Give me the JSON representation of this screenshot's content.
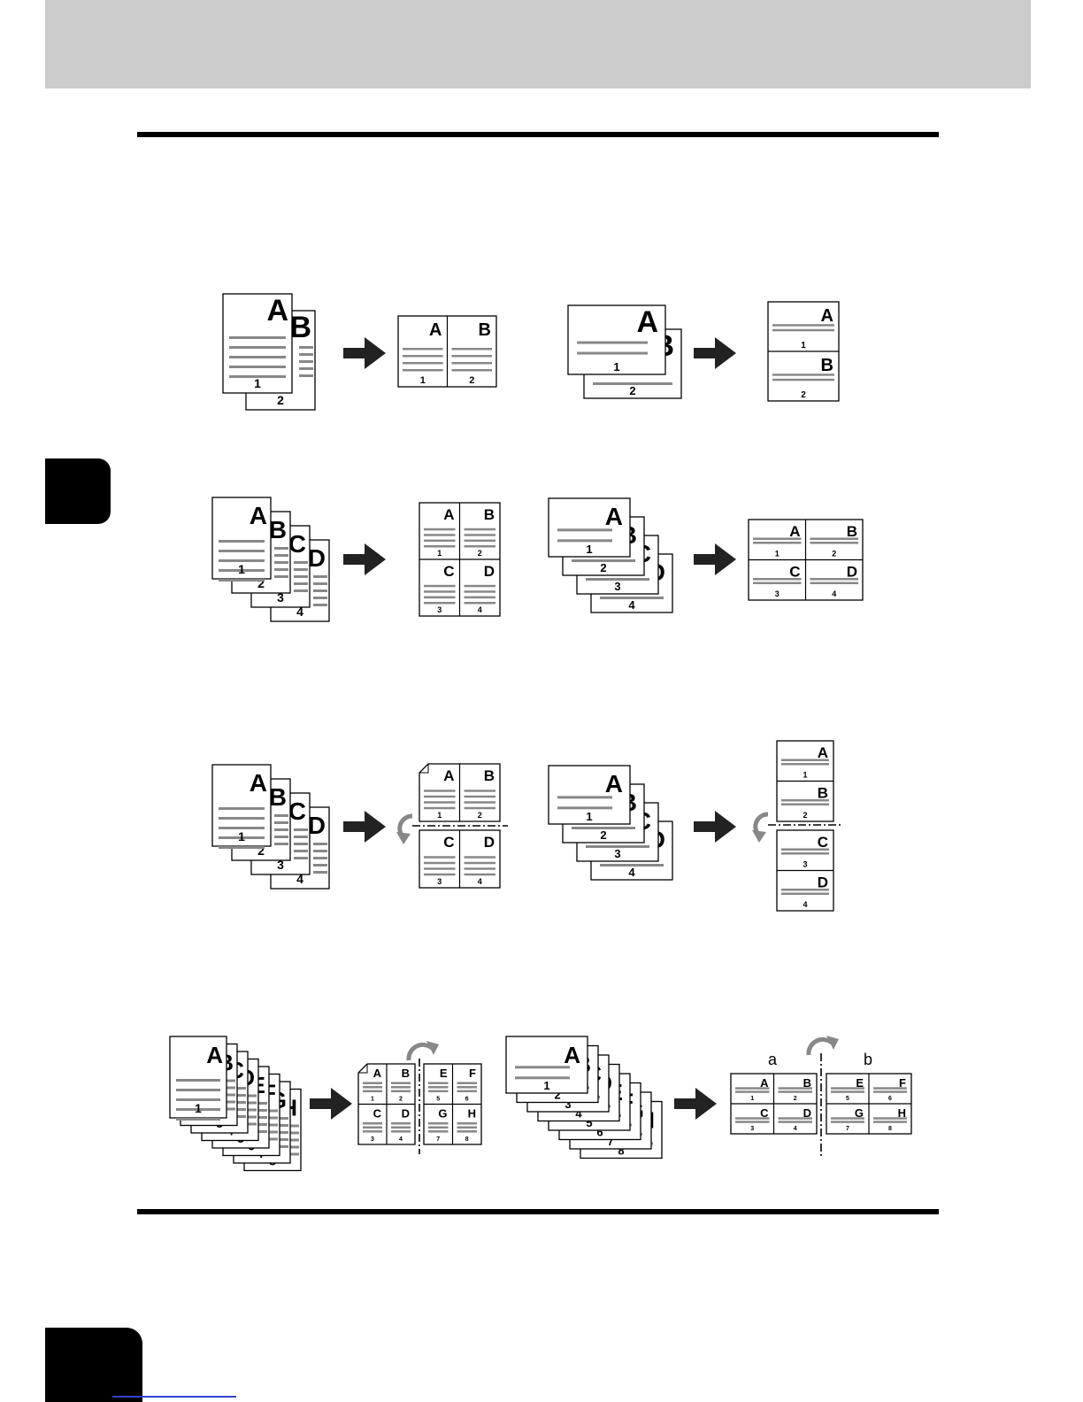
{
  "diagrams": [
    {
      "id": "2in1-portrait",
      "originals": [
        {
          "letter": "A",
          "number": "1"
        },
        {
          "letter": "B",
          "number": "2"
        }
      ],
      "result": [
        {
          "letter": "A",
          "number": "1"
        },
        {
          "letter": "B",
          "number": "2"
        }
      ]
    },
    {
      "id": "2in1-landscape",
      "originals": [
        {
          "letter": "A",
          "number": "1"
        },
        {
          "letter": "B",
          "number": "2"
        }
      ],
      "result": [
        {
          "letter": "A",
          "number": "1"
        },
        {
          "letter": "B",
          "number": "2"
        }
      ]
    },
    {
      "id": "4in1-portrait",
      "originals": [
        {
          "letter": "A",
          "number": "1"
        },
        {
          "letter": "B",
          "number": "2"
        },
        {
          "letter": "C",
          "number": "3"
        },
        {
          "letter": "D",
          "number": "4"
        }
      ],
      "result": [
        {
          "letter": "A",
          "number": "1"
        },
        {
          "letter": "B",
          "number": "2"
        },
        {
          "letter": "C",
          "number": "3"
        },
        {
          "letter": "D",
          "number": "4"
        }
      ]
    },
    {
      "id": "4in1-landscape",
      "originals": [
        {
          "letter": "A",
          "number": "1"
        },
        {
          "letter": "B",
          "number": "2"
        },
        {
          "letter": "C",
          "number": "3"
        },
        {
          "letter": "D",
          "number": "4"
        }
      ],
      "result": [
        {
          "letter": "A",
          "number": "1"
        },
        {
          "letter": "B",
          "number": "2"
        },
        {
          "letter": "C",
          "number": "3"
        },
        {
          "letter": "D",
          "number": "4"
        }
      ]
    },
    {
      "id": "2-sided-2in1-portrait",
      "originals": [
        {
          "letter": "A",
          "number": "1"
        },
        {
          "letter": "B",
          "number": "2"
        },
        {
          "letter": "C",
          "number": "3"
        },
        {
          "letter": "D",
          "number": "4"
        }
      ],
      "result": [
        {
          "letter": "A",
          "number": "1"
        },
        {
          "letter": "B",
          "number": "2"
        },
        {
          "letter": "C",
          "number": "3"
        },
        {
          "letter": "D",
          "number": "4"
        }
      ]
    },
    {
      "id": "2-sided-2in1-landscape",
      "originals": [
        {
          "letter": "A",
          "number": "1"
        },
        {
          "letter": "B",
          "number": "2"
        },
        {
          "letter": "C",
          "number": "3"
        },
        {
          "letter": "D",
          "number": "4"
        }
      ],
      "result": [
        {
          "letter": "A",
          "number": "1"
        },
        {
          "letter": "B",
          "number": "2"
        },
        {
          "letter": "C",
          "number": "3"
        },
        {
          "letter": "D",
          "number": "4"
        }
      ]
    },
    {
      "id": "2-sided-4in1-portrait",
      "originals": [
        {
          "letter": "A",
          "number": "1"
        },
        {
          "letter": "B",
          "number": "2"
        },
        {
          "letter": "C",
          "number": "3"
        },
        {
          "letter": "D",
          "number": "4"
        },
        {
          "letter": "E",
          "number": "5"
        },
        {
          "letter": "F",
          "number": "6"
        },
        {
          "letter": "G",
          "number": "7"
        },
        {
          "letter": "H",
          "number": "8"
        }
      ],
      "result": [
        {
          "letter": "A",
          "number": "1"
        },
        {
          "letter": "B",
          "number": "2"
        },
        {
          "letter": "C",
          "number": "3"
        },
        {
          "letter": "D",
          "number": "4"
        },
        {
          "letter": "E",
          "number": "5"
        },
        {
          "letter": "F",
          "number": "6"
        },
        {
          "letter": "G",
          "number": "7"
        },
        {
          "letter": "H",
          "number": "8"
        }
      ]
    },
    {
      "id": "2-sided-4in1-landscape",
      "originals": [
        {
          "letter": "A",
          "number": "1"
        },
        {
          "letter": "B",
          "number": "2"
        },
        {
          "letter": "C",
          "number": "3"
        },
        {
          "letter": "D",
          "number": "4"
        },
        {
          "letter": "E",
          "number": "5"
        },
        {
          "letter": "F",
          "number": "6"
        },
        {
          "letter": "G",
          "number": "7"
        },
        {
          "letter": "H",
          "number": "8"
        }
      ],
      "result": [
        {
          "letter": "A",
          "number": "1"
        },
        {
          "letter": "B",
          "number": "2"
        },
        {
          "letter": "C",
          "number": "3"
        },
        {
          "letter": "D",
          "number": "4"
        },
        {
          "letter": "E",
          "number": "5"
        },
        {
          "letter": "F",
          "number": "6"
        },
        {
          "letter": "G",
          "number": "7"
        },
        {
          "letter": "H",
          "number": "8"
        }
      ],
      "side_labels": [
        "a",
        "b"
      ]
    }
  ],
  "colors": {
    "header_band": "#cccccc",
    "text_lines": "#888888",
    "tab": "#000000",
    "footer_link": "#3344cc"
  }
}
